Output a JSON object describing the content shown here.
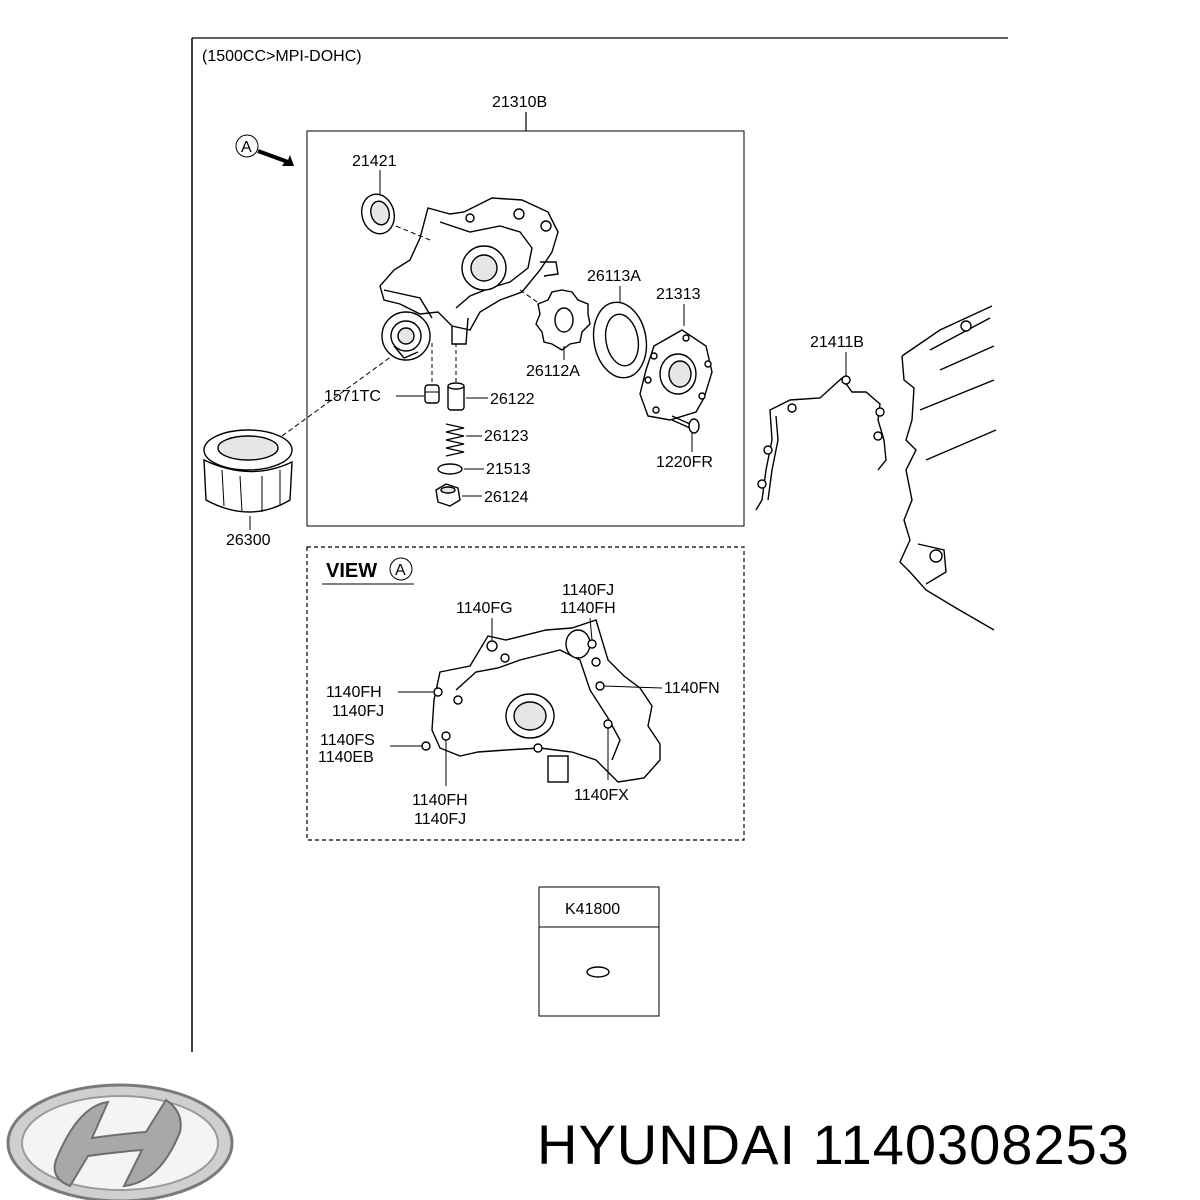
{
  "header": {
    "variant": "(1500CC>MPI-DOHC)"
  },
  "main_assembly": {
    "part_no": "21310B",
    "view_marker": "A"
  },
  "parts": {
    "seal": "21421",
    "outer_rotor": "26113A",
    "cover": "21313",
    "inner_rotor": "26112A",
    "pipe_plug": "1571TC",
    "plunger": "26122",
    "spring": "26123",
    "gasket_small": "21513",
    "plug": "26124",
    "screw": "1220FR",
    "oil_filter": "26300",
    "gasket": "21411B"
  },
  "view_a": {
    "title": "VIEW",
    "marker": "A",
    "bolts": {
      "fg": "1140FG",
      "fj_top": "1140FJ",
      "fh_top": "1140FH",
      "fh_left": "1140FH",
      "fj_left": "1140FJ",
      "fn": "1140FN",
      "fs": "1140FS",
      "eb": "1140EB",
      "fh_bottom": "1140FH",
      "fj_bottom": "1140FJ",
      "fx": "1140FX"
    }
  },
  "kit": {
    "part_no": "K41800"
  },
  "footer": {
    "brand_part": "HYUNDAI 1140308253",
    "logo": "hyundai-logo"
  }
}
